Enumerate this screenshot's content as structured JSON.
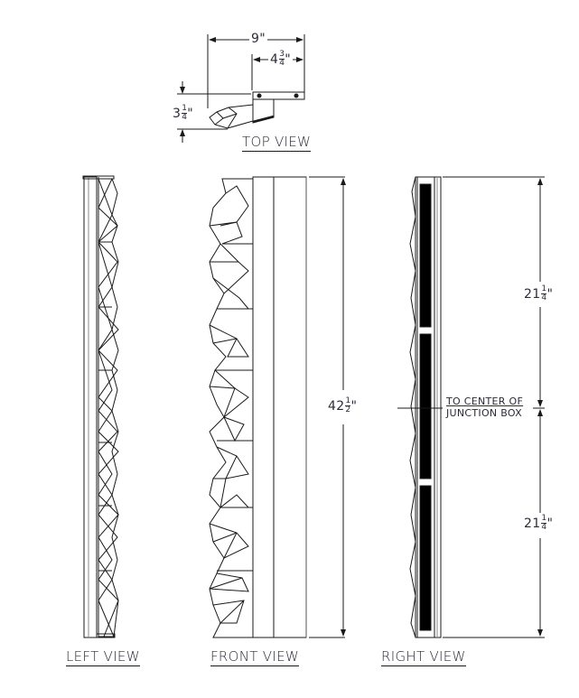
{
  "drawing": {
    "type": "technical elevation drawing",
    "views": {
      "top": {
        "title": "TOP VIEW"
      },
      "left": {
        "title": "LEFT VIEW"
      },
      "front": {
        "title": "FRONT VIEW"
      },
      "right": {
        "title": "RIGHT VIEW"
      }
    },
    "dimensions": {
      "overall_width": {
        "whole": "9",
        "unit": "\""
      },
      "backplate_width": {
        "whole": "4",
        "num": "3",
        "den": "4",
        "unit": "\""
      },
      "depth": {
        "whole": "3",
        "num": "1",
        "den": "4",
        "unit": "\""
      },
      "overall_height": {
        "whole": "42",
        "num": "1",
        "den": "2",
        "unit": "\""
      },
      "upper_half": {
        "whole": "21",
        "num": "1",
        "den": "4",
        "unit": "\""
      },
      "lower_half": {
        "whole": "21",
        "num": "1",
        "den": "4",
        "unit": "\""
      }
    },
    "notes": {
      "junction_box_line1": "TO CENTER OF",
      "junction_box_line2": "JUNCTION BOX"
    },
    "colors": {
      "line": "#1a1a1a",
      "text": "#2b2b3a",
      "background": "#ffffff"
    }
  }
}
